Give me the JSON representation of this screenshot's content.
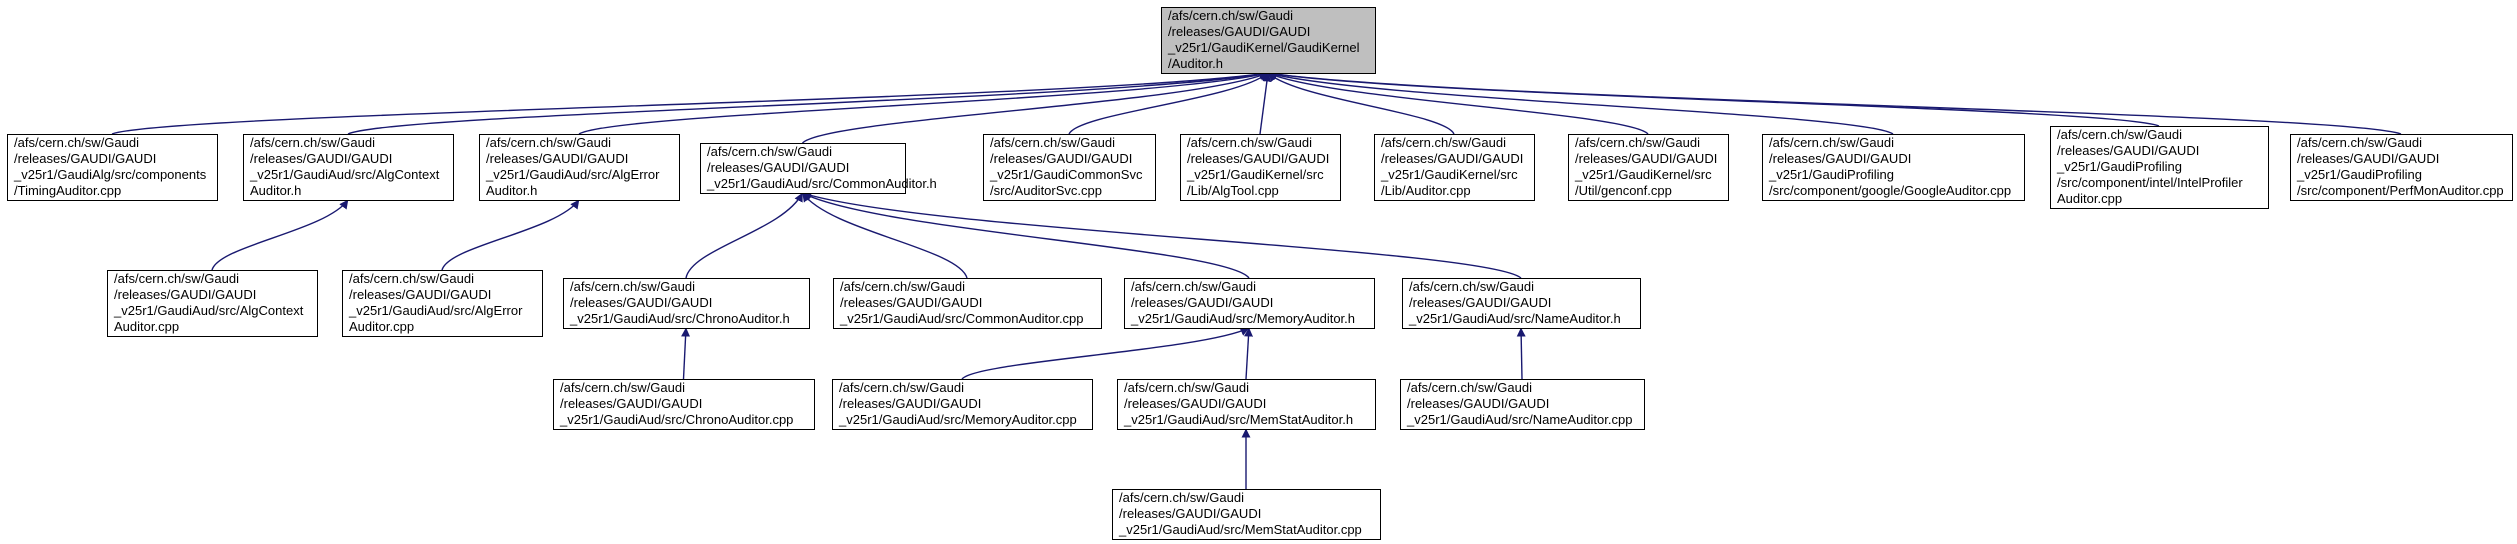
{
  "diagram": {
    "colors": {
      "background": "#ffffff",
      "node_fill": "#ffffff",
      "root_fill": "#bfbfbf",
      "stroke": "#000000",
      "edge": "#191970"
    },
    "nodes": [
      {
        "id": "auditor_h",
        "root": true,
        "lines": [
          "/afs/cern.ch/sw/Gaudi",
          "/releases/GAUDI/GAUDI",
          "_v25r1/GaudiKernel/GaudiKernel",
          "/Auditor.h"
        ]
      },
      {
        "id": "timing_cpp",
        "lines": [
          "/afs/cern.ch/sw/Gaudi",
          "/releases/GAUDI/GAUDI",
          "_v25r1/GaudiAlg/src/components",
          "/TimingAuditor.cpp"
        ]
      },
      {
        "id": "algcontext_h",
        "lines": [
          "/afs/cern.ch/sw/Gaudi",
          "/releases/GAUDI/GAUDI",
          "_v25r1/GaudiAud/src/AlgContext",
          "Auditor.h"
        ]
      },
      {
        "id": "algerror_h",
        "lines": [
          "/afs/cern.ch/sw/Gaudi",
          "/releases/GAUDI/GAUDI",
          "_v25r1/GaudiAud/src/AlgError",
          "Auditor.h"
        ]
      },
      {
        "id": "common_h",
        "lines": [
          "/afs/cern.ch/sw/Gaudi",
          "/releases/GAUDI/GAUDI",
          "_v25r1/GaudiAud/src/CommonAuditor.h"
        ]
      },
      {
        "id": "auditorsvc_cpp",
        "lines": [
          "/afs/cern.ch/sw/Gaudi",
          "/releases/GAUDI/GAUDI",
          "_v25r1/GaudiCommonSvc",
          "/src/AuditorSvc.cpp"
        ]
      },
      {
        "id": "algtool_cpp",
        "lines": [
          "/afs/cern.ch/sw/Gaudi",
          "/releases/GAUDI/GAUDI",
          "_v25r1/GaudiKernel/src",
          "/Lib/AlgTool.cpp"
        ]
      },
      {
        "id": "auditor_cpp",
        "lines": [
          "/afs/cern.ch/sw/Gaudi",
          "/releases/GAUDI/GAUDI",
          "_v25r1/GaudiKernel/src",
          "/Lib/Auditor.cpp"
        ]
      },
      {
        "id": "genconf_cpp",
        "lines": [
          "/afs/cern.ch/sw/Gaudi",
          "/releases/GAUDI/GAUDI",
          "_v25r1/GaudiKernel/src",
          "/Util/genconf.cpp"
        ]
      },
      {
        "id": "google_cpp",
        "lines": [
          "/afs/cern.ch/sw/Gaudi",
          "/releases/GAUDI/GAUDI",
          "_v25r1/GaudiProfiling",
          "/src/component/google/GoogleAuditor.cpp"
        ]
      },
      {
        "id": "intel_cpp",
        "lines": [
          "/afs/cern.ch/sw/Gaudi",
          "/releases/GAUDI/GAUDI",
          "_v25r1/GaudiProfiling",
          "/src/component/intel/IntelProfiler",
          "Auditor.cpp"
        ]
      },
      {
        "id": "perfmon_cpp",
        "lines": [
          "/afs/cern.ch/sw/Gaudi",
          "/releases/GAUDI/GAUDI",
          "_v25r1/GaudiProfiling",
          "/src/component/PerfMonAuditor.cpp"
        ]
      },
      {
        "id": "algcontext_cpp",
        "lines": [
          "/afs/cern.ch/sw/Gaudi",
          "/releases/GAUDI/GAUDI",
          "_v25r1/GaudiAud/src/AlgContext",
          "Auditor.cpp"
        ]
      },
      {
        "id": "algerror_cpp",
        "lines": [
          "/afs/cern.ch/sw/Gaudi",
          "/releases/GAUDI/GAUDI",
          "_v25r1/GaudiAud/src/AlgError",
          "Auditor.cpp"
        ]
      },
      {
        "id": "chrono_h",
        "lines": [
          "/afs/cern.ch/sw/Gaudi",
          "/releases/GAUDI/GAUDI",
          "_v25r1/GaudiAud/src/ChronoAuditor.h"
        ]
      },
      {
        "id": "common_cpp",
        "lines": [
          "/afs/cern.ch/sw/Gaudi",
          "/releases/GAUDI/GAUDI",
          "_v25r1/GaudiAud/src/CommonAuditor.cpp"
        ]
      },
      {
        "id": "memory_h",
        "lines": [
          "/afs/cern.ch/sw/Gaudi",
          "/releases/GAUDI/GAUDI",
          "_v25r1/GaudiAud/src/MemoryAuditor.h"
        ]
      },
      {
        "id": "name_h",
        "lines": [
          "/afs/cern.ch/sw/Gaudi",
          "/releases/GAUDI/GAUDI",
          "_v25r1/GaudiAud/src/NameAuditor.h"
        ]
      },
      {
        "id": "chrono_cpp",
        "lines": [
          "/afs/cern.ch/sw/Gaudi",
          "/releases/GAUDI/GAUDI",
          "_v25r1/GaudiAud/src/ChronoAuditor.cpp"
        ]
      },
      {
        "id": "memory_cpp",
        "lines": [
          "/afs/cern.ch/sw/Gaudi",
          "/releases/GAUDI/GAUDI",
          "_v25r1/GaudiAud/src/MemoryAuditor.cpp"
        ]
      },
      {
        "id": "memstat_h",
        "lines": [
          "/afs/cern.ch/sw/Gaudi",
          "/releases/GAUDI/GAUDI",
          "_v25r1/GaudiAud/src/MemStatAuditor.h"
        ]
      },
      {
        "id": "name_cpp",
        "lines": [
          "/afs/cern.ch/sw/Gaudi",
          "/releases/GAUDI/GAUDI",
          "_v25r1/GaudiAud/src/NameAuditor.cpp"
        ]
      },
      {
        "id": "memstat_cpp",
        "lines": [
          "/afs/cern.ch/sw/Gaudi",
          "/releases/GAUDI/GAUDI",
          "_v25r1/GaudiAud/src/MemStatAuditor.cpp"
        ]
      }
    ],
    "edges": [
      {
        "from": "timing_cpp",
        "to": "auditor_h"
      },
      {
        "from": "algcontext_h",
        "to": "auditor_h"
      },
      {
        "from": "algerror_h",
        "to": "auditor_h"
      },
      {
        "from": "common_h",
        "to": "auditor_h"
      },
      {
        "from": "auditorsvc_cpp",
        "to": "auditor_h"
      },
      {
        "from": "algtool_cpp",
        "to": "auditor_h"
      },
      {
        "from": "auditor_cpp",
        "to": "auditor_h"
      },
      {
        "from": "genconf_cpp",
        "to": "auditor_h"
      },
      {
        "from": "google_cpp",
        "to": "auditor_h"
      },
      {
        "from": "intel_cpp",
        "to": "auditor_h"
      },
      {
        "from": "perfmon_cpp",
        "to": "auditor_h"
      },
      {
        "from": "algcontext_cpp",
        "to": "algcontext_h"
      },
      {
        "from": "algerror_cpp",
        "to": "algerror_h"
      },
      {
        "from": "chrono_h",
        "to": "common_h"
      },
      {
        "from": "common_cpp",
        "to": "common_h"
      },
      {
        "from": "memory_h",
        "to": "common_h"
      },
      {
        "from": "name_h",
        "to": "common_h"
      },
      {
        "from": "chrono_cpp",
        "to": "chrono_h"
      },
      {
        "from": "memory_cpp",
        "to": "memory_h"
      },
      {
        "from": "memstat_h",
        "to": "memory_h"
      },
      {
        "from": "name_cpp",
        "to": "name_h"
      },
      {
        "from": "memstat_cpp",
        "to": "memstat_h"
      }
    ]
  }
}
